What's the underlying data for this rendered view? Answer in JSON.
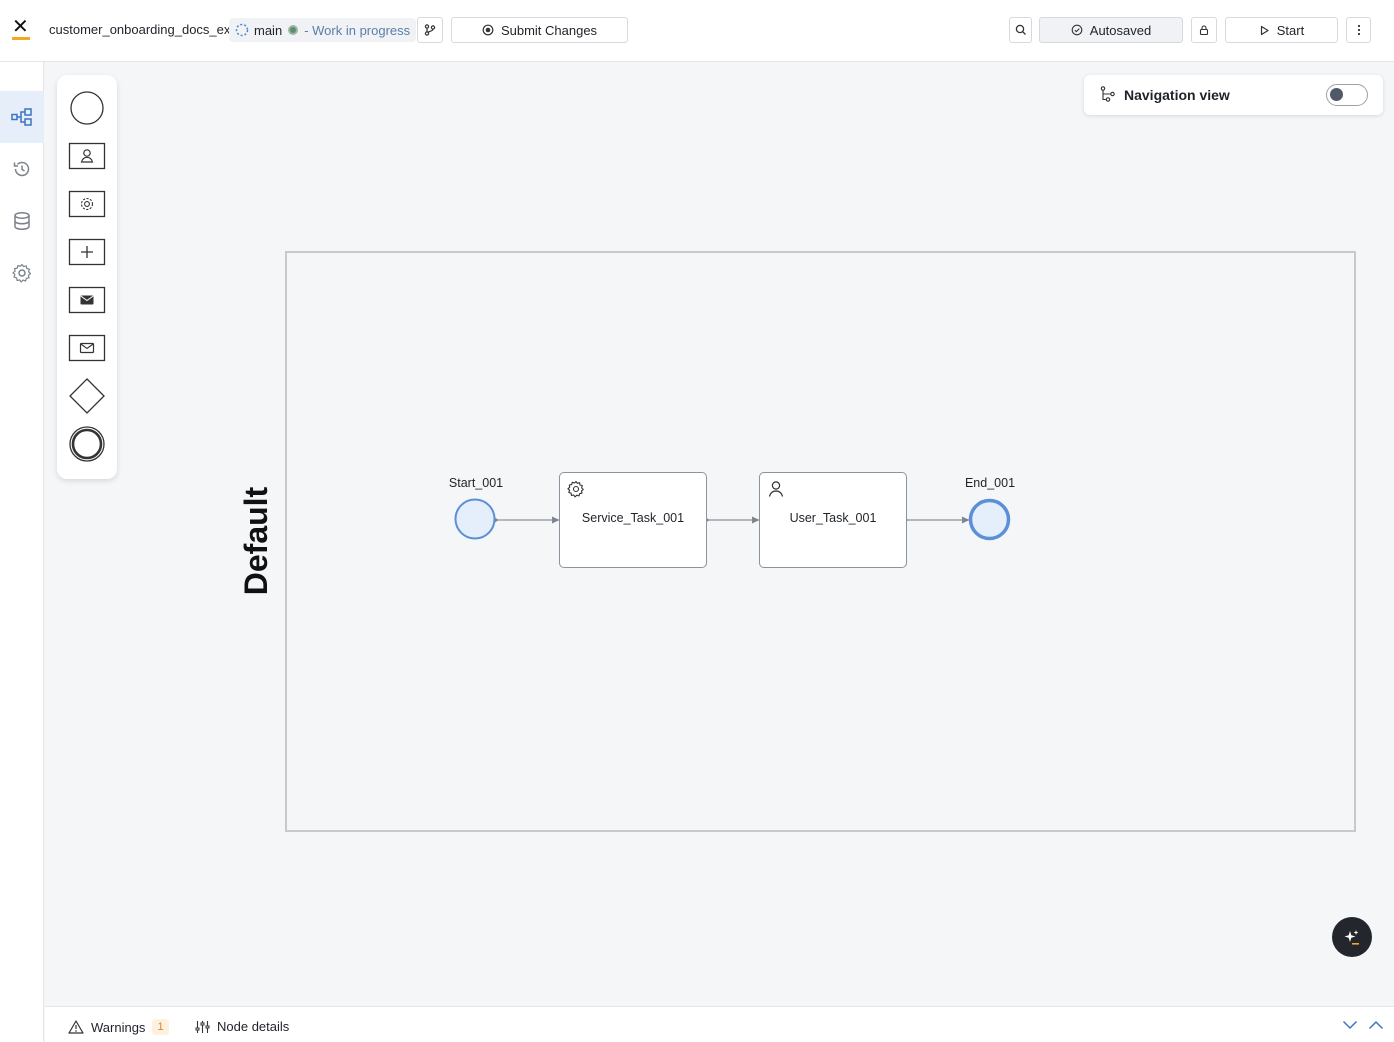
{
  "header": {
    "process_name": "customer_onboarding_docs_ex",
    "branch": "main",
    "status": "- Work in progress",
    "submit_label": "Submit Changes",
    "autosave_label": "Autosaved",
    "start_label": "Start"
  },
  "rail": {
    "items": [
      {
        "icon": "process-diagram-icon",
        "active": true
      },
      {
        "icon": "history-icon",
        "active": false
      },
      {
        "icon": "database-icon",
        "active": false
      },
      {
        "icon": "gear-icon",
        "active": false
      }
    ]
  },
  "palette": {
    "items": [
      "start-event-icon",
      "user-task-icon",
      "service-task-icon",
      "subprocess-icon",
      "send-message-icon",
      "receive-message-icon",
      "gateway-icon",
      "end-event-icon"
    ]
  },
  "navigation": {
    "label": "Navigation view",
    "enabled": false
  },
  "diagram": {
    "lane_title": "Default",
    "nodes": [
      {
        "id": "Start_001",
        "type": "start-event"
      },
      {
        "id": "Service_Task_001",
        "type": "service-task"
      },
      {
        "id": "User_Task_001",
        "type": "user-task"
      },
      {
        "id": "End_001",
        "type": "end-event"
      }
    ]
  },
  "footer": {
    "warnings_label": "Warnings",
    "warnings_count": "1",
    "node_details_label": "Node details"
  },
  "colors": {
    "accent": "#5b8fd6",
    "event_fill": "#e5eefb",
    "logo_accent": "#f5a623"
  }
}
